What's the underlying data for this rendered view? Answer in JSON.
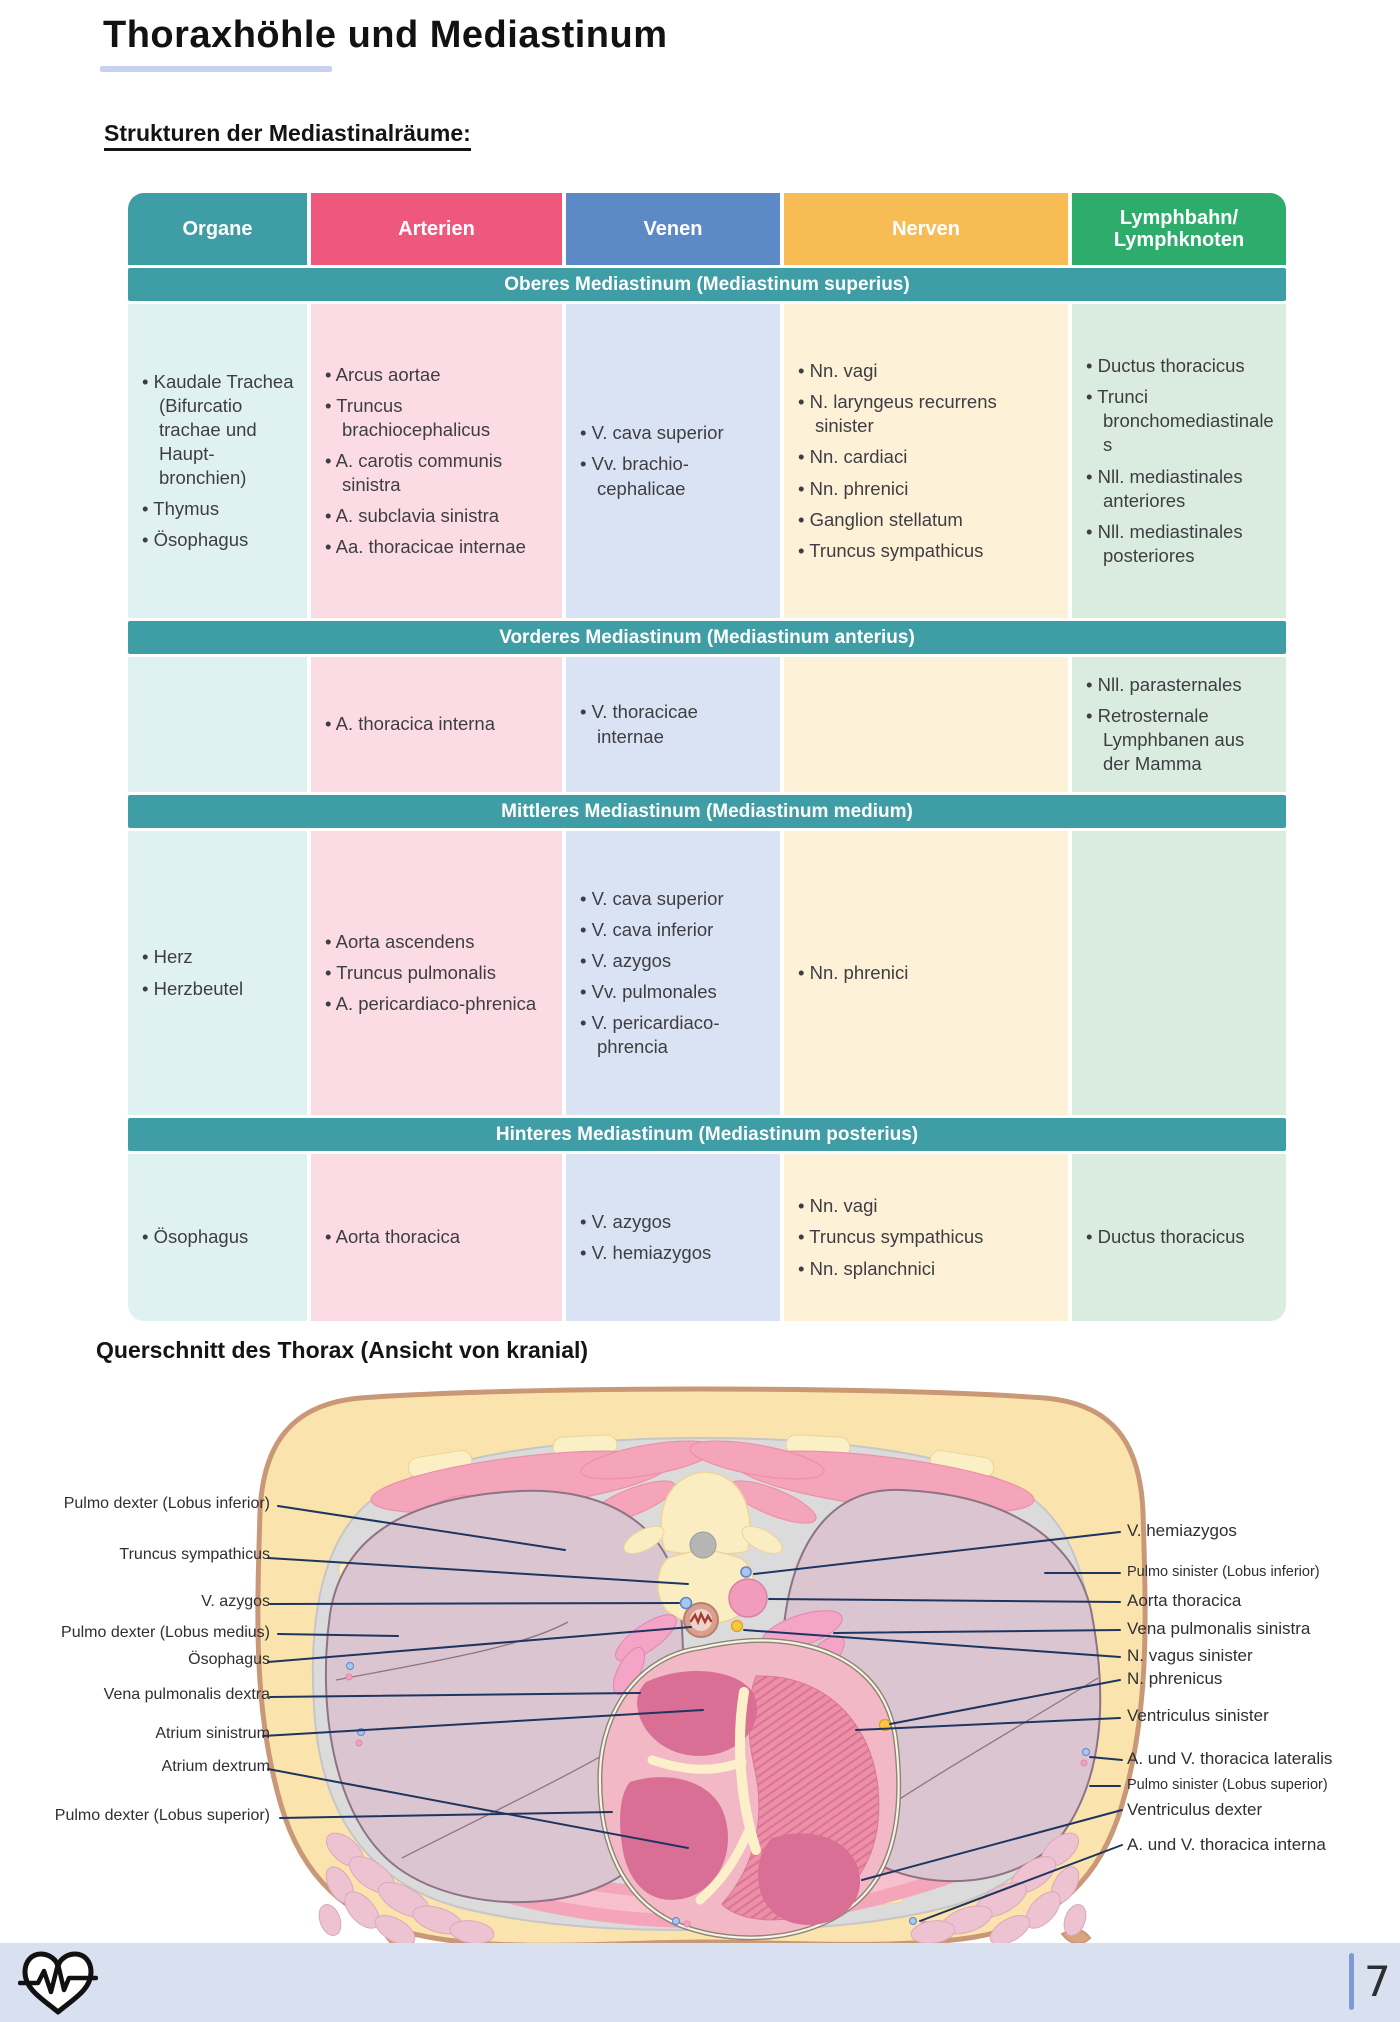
{
  "page": {
    "title": "Thoraxhöhle und Mediastinum",
    "table_heading": "Strukturen der Mediastinalräume:",
    "diagram_heading": "Querschnitt des Thorax (Ansicht von kranial)"
  },
  "colors": {
    "teal_header": "#3F9DA5",
    "arterien_header": "#F0577C",
    "venen_header": "#5E89C7",
    "nerven_header": "#F8BC55",
    "lymph_header": "#2EAC6C",
    "organe_cell": "#E0F1F2",
    "arterien_cell": "#FBDCE4",
    "venen_cell": "#DAE3F3",
    "nerven_cell": "#FDF1D8",
    "lymph_cell": "#D9ECDF",
    "label_line": "#1E3560",
    "title_underline": "#C7D3EE",
    "footer_bg": "#D9E0F0",
    "footer_accent": "#7E99D4"
  },
  "table": {
    "columns": [
      "Organe",
      "Arterien",
      "Venen",
      "Nerven",
      "Lymphbahn/\nLymphknoten"
    ],
    "sections": [
      {
        "title": "Oberes Mediastinum (Mediastinum superius)",
        "organe": [
          "Kaudale Trachea (Bifurcatio trachae und Haupt-bronchien)",
          "Thymus",
          "Ösophagus"
        ],
        "arterien": [
          "Arcus aortae",
          "Truncus brachiocephalicus",
          "A. carotis communis sinistra",
          "A. subclavia sinistra",
          "Aa. thoracicae internae"
        ],
        "venen": [
          "V. cava superior",
          "Vv. brachio-cephalicae"
        ],
        "nerven": [
          "Nn. vagi",
          "N. laryngeus recurrens sinister",
          "Nn. cardiaci",
          "Nn. phrenici",
          "Ganglion stellatum",
          "Truncus sympathicus"
        ],
        "lymph": [
          "Ductus thoracicus",
          "Trunci bronchomediastinales",
          "Nll. mediastinales anteriores",
          "Nll. mediastinales posteriores"
        ]
      },
      {
        "title": "Vorderes Mediastinum (Mediastinum anterius)",
        "organe": [],
        "arterien": [
          "A. thoracica interna"
        ],
        "venen": [
          "V. thoracicae internae"
        ],
        "nerven": [],
        "lymph": [
          "Nll. parasternales",
          "Retrosternale Lymphbanen aus der Mamma"
        ]
      },
      {
        "title": "Mittleres Mediastinum (Mediastinum medium)",
        "organe": [
          "Herz",
          "Herzbeutel"
        ],
        "arterien": [
          "Aorta ascendens",
          "Truncus pulmonalis",
          "A. pericardiaco-phrenica"
        ],
        "venen": [
          "V. cava superior",
          "V. cava inferior",
          "V. azygos",
          "Vv. pulmonales",
          "V. pericardiaco-phrencia"
        ],
        "nerven": [
          "Nn. phrenici"
        ],
        "lymph": []
      },
      {
        "title": "Hinteres Mediastinum (Mediastinum posterius)",
        "organe": [
          "Ösophagus"
        ],
        "arterien": [
          "Aorta thoracica"
        ],
        "venen": [
          "V. azygos",
          "V. hemiazygos"
        ],
        "nerven": [
          "Nn. vagi",
          "Truncus sympathicus",
          "Nn. splanchnici"
        ],
        "lymph": [
          "Ductus thoracicus"
        ]
      }
    ]
  },
  "diagram": {
    "left_labels": [
      "Pulmo dexter (Lobus inferior)",
      "Truncus sympathicus",
      "V. azygos",
      "Pulmo dexter (Lobus medius)",
      "Ösophagus",
      "Vena pulmonalis dextra",
      "Atrium sinistrum",
      "Atrium dextrum",
      "Pulmo dexter (Lobus superior)"
    ],
    "right_labels": [
      "V. hemiazygos",
      "Pulmo sinister (Lobus inferior)",
      "Aorta thoracica",
      "Vena pulmonalis sinistra",
      "N. vagus sinister",
      "N. phrenicus",
      "Ventriculus sinister",
      "A. und V. thoracica lateralis",
      "Pulmo sinister (Lobus superior)",
      "Ventriculus dexter",
      "A. und V. thoracica interna"
    ]
  },
  "footer": {
    "page_number": "7",
    "logo_icon": "heart-ecg-icon"
  }
}
